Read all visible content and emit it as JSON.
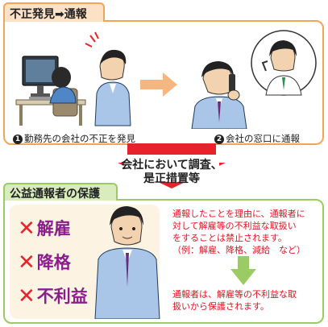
{
  "section1": {
    "title": "不正発見➡通報",
    "step1_caption": "勤務先の会社の不正を発見",
    "step1_number": "1",
    "step2_caption": "会社の窓口に通報",
    "step2_number": "2"
  },
  "middle": {
    "line1": "会社において調査、",
    "line2": "是正措置等"
  },
  "section2": {
    "title": "公益通報者の保護",
    "prohibited": [
      {
        "label": "解雇"
      },
      {
        "label": "降格"
      },
      {
        "label": "不利益"
      }
    ],
    "text_top": [
      "通報したことを理由に、通報者に",
      "対して解雇等の不利益な取扱い",
      "をすることは禁止されます。",
      "（例：解雇、降格、減給　など）"
    ],
    "text_bottom": [
      "通報者は、解雇等の不利益な取",
      "扱いから保護されます。"
    ]
  },
  "colors": {
    "orange_border": "#f2a45a",
    "orange_tab": "#fbe1c6",
    "green_border": "#9acb64",
    "green_tab": "#d8ecbe",
    "red_text": "#e0141e",
    "purple_text": "#8a1e8c",
    "cross_red": "#e8222a"
  }
}
